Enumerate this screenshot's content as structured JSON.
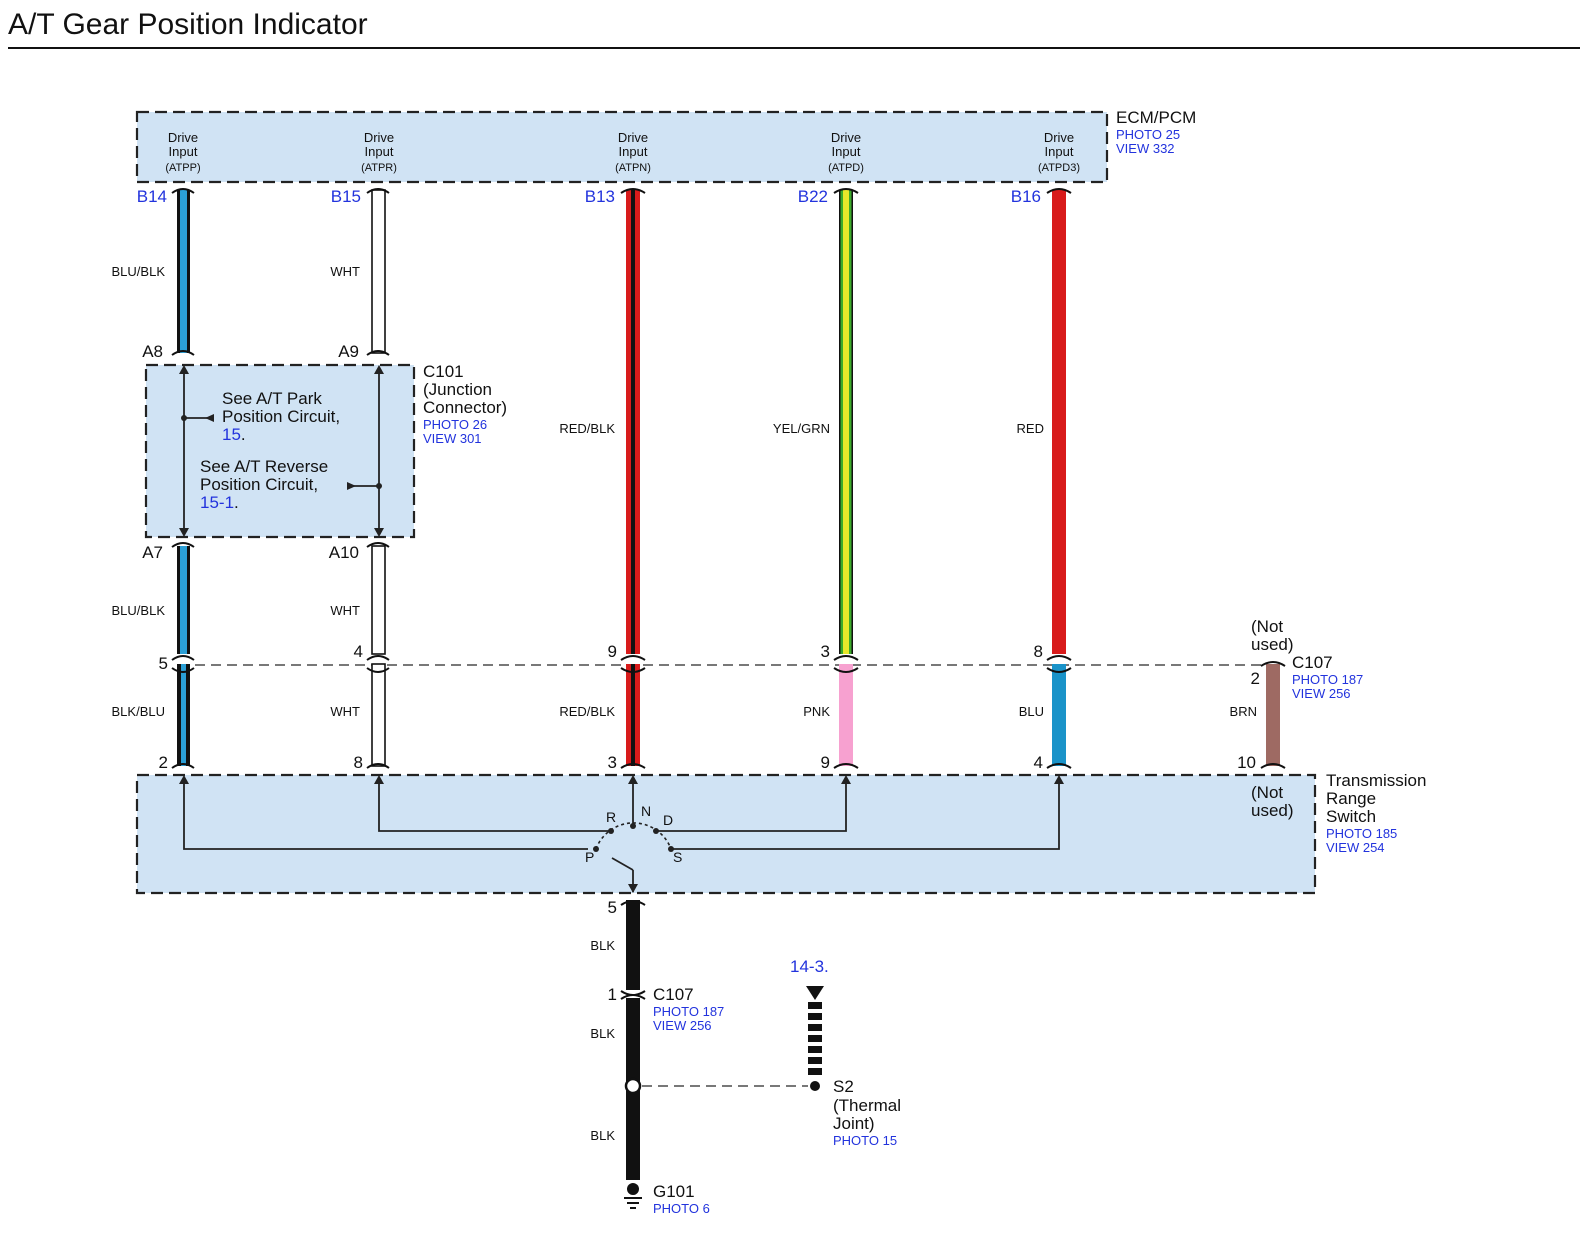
{
  "title": "A/T Gear Position Indicator",
  "ecm": {
    "name": "ECM/PCM",
    "photo": "PHOTO 25",
    "view": "VIEW 332",
    "inputs": [
      {
        "line1": "Drive",
        "line2": "Input",
        "code": "(ATPP)",
        "pin": "B14"
      },
      {
        "line1": "Drive",
        "line2": "Input",
        "code": "(ATPR)",
        "pin": "B15"
      },
      {
        "line1": "Drive",
        "line2": "Input",
        "code": "(ATPN)",
        "pin": "B13"
      },
      {
        "line1": "Drive",
        "line2": "Input",
        "code": "(ATPD)",
        "pin": "B22"
      },
      {
        "line1": "Drive",
        "line2": "Input",
        "code": "(ATPD3)",
        "pin": "B16"
      }
    ]
  },
  "c101": {
    "name": "C101",
    "desc1": "(Junction",
    "desc2": "Connector)",
    "photo": "PHOTO 26",
    "view": "VIEW 301",
    "pins": {
      "a8": "A8",
      "a9": "A9",
      "a7": "A7",
      "a10": "A10"
    },
    "ref1": {
      "line1": "See A/T Park",
      "line2": "Position Circuit,",
      "link": "15",
      "suffix": "."
    },
    "ref2": {
      "line1": "See A/T Reverse",
      "line2": "Position Circuit,",
      "link": "15-1",
      "suffix": "."
    }
  },
  "wires": {
    "upper": [
      "BLU/BLK",
      "WHT",
      "RED/BLK",
      "YEL/GRN",
      "RED"
    ],
    "middle": [
      "BLU/BLK",
      "WHT"
    ],
    "lower": [
      "BLK/BLU",
      "WHT",
      "RED/BLK",
      "PNK",
      "BLU",
      "BRN"
    ],
    "ground": [
      "BLK",
      "BLK",
      "BLK"
    ]
  },
  "c107": {
    "name": "C107",
    "photo": "PHOTO 187",
    "view": "VIEW 256",
    "top_pins": [
      "5",
      "4",
      "9",
      "3",
      "8",
      "2"
    ],
    "not_used_1": "(Not",
    "not_used_2": "used)",
    "ground_pin": "1"
  },
  "trs": {
    "line1": "Transmission",
    "line2": "Range",
    "line3": "Switch",
    "photo": "PHOTO 185",
    "view": "VIEW 254",
    "pins": [
      "2",
      "8",
      "3",
      "9",
      "4",
      "10"
    ],
    "not_used_1": "(Not",
    "not_used_2": "used)",
    "positions": {
      "r": "R",
      "n": "N",
      "d": "D",
      "p": "P",
      "s": "S"
    },
    "ground_pin": "5"
  },
  "s2": {
    "name": "S2",
    "desc1": "(Thermal",
    "desc2": "Joint)",
    "photo": "PHOTO 15",
    "ref": "14-3."
  },
  "g101": {
    "name": "G101",
    "photo": "PHOTO 6"
  },
  "colors": {
    "blue": "#2b9fd6",
    "black": "#111111",
    "red": "#d81b1b",
    "yellow": "#e8e82a",
    "green": "#3cab2b",
    "pink": "#f7a1d0",
    "wire_blue": "#1a93c9",
    "brown": "#9e6a63",
    "box_fill": "#d0e3f4",
    "link": "#2233dd"
  }
}
